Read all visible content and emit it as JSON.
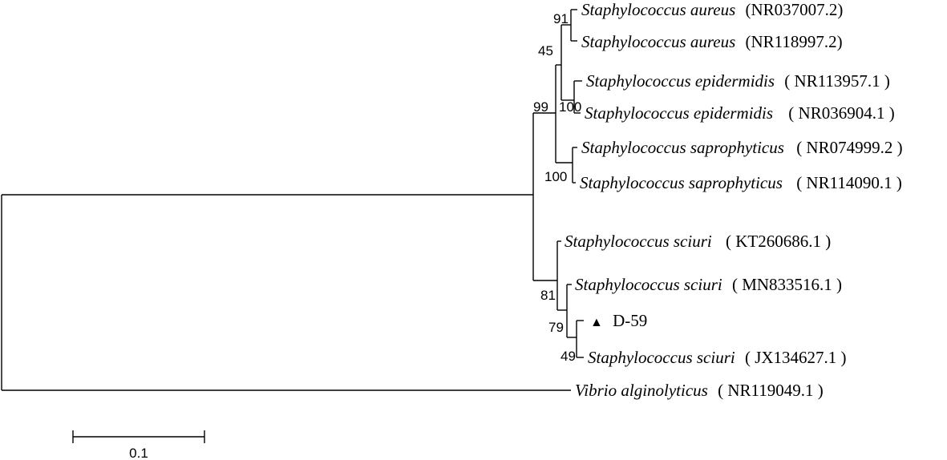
{
  "tree": {
    "taxa": [
      {
        "species": "Staphylococcus aureus",
        "accession": "(NR037007.2)"
      },
      {
        "species": "Staphylococcus aureus",
        "accession": "(NR118997.2)"
      },
      {
        "species": "Staphylococcus epidermidis",
        "accession": "( NR113957.1 )"
      },
      {
        "species": "Staphylococcus epidermidis",
        "accession": "( NR036904.1 )"
      },
      {
        "species": "Staphylococcus saprophyticus",
        "accession": "( NR074999.2 )"
      },
      {
        "species": "Staphylococcus saprophyticus",
        "accession": "( NR114090.1 )"
      },
      {
        "species": "Staphylococcus sciuri",
        "accession": "( KT260686.1 )"
      },
      {
        "species": "Staphylococcus sciuri",
        "accession": "( MN833516.1 )"
      },
      {
        "species": "",
        "accession": "D-59",
        "marker": "▲"
      },
      {
        "species": "Staphylococcus sciuri",
        "accession": "( JX134627.1 )"
      },
      {
        "species": "Vibrio alginolyticus",
        "accession": "( NR119049.1 )"
      }
    ],
    "bootstrap": [
      "91",
      "45",
      "100",
      "99",
      "100",
      "81",
      "79",
      "49"
    ],
    "scale_bar": {
      "value": 0.1,
      "label": "0.1"
    }
  }
}
